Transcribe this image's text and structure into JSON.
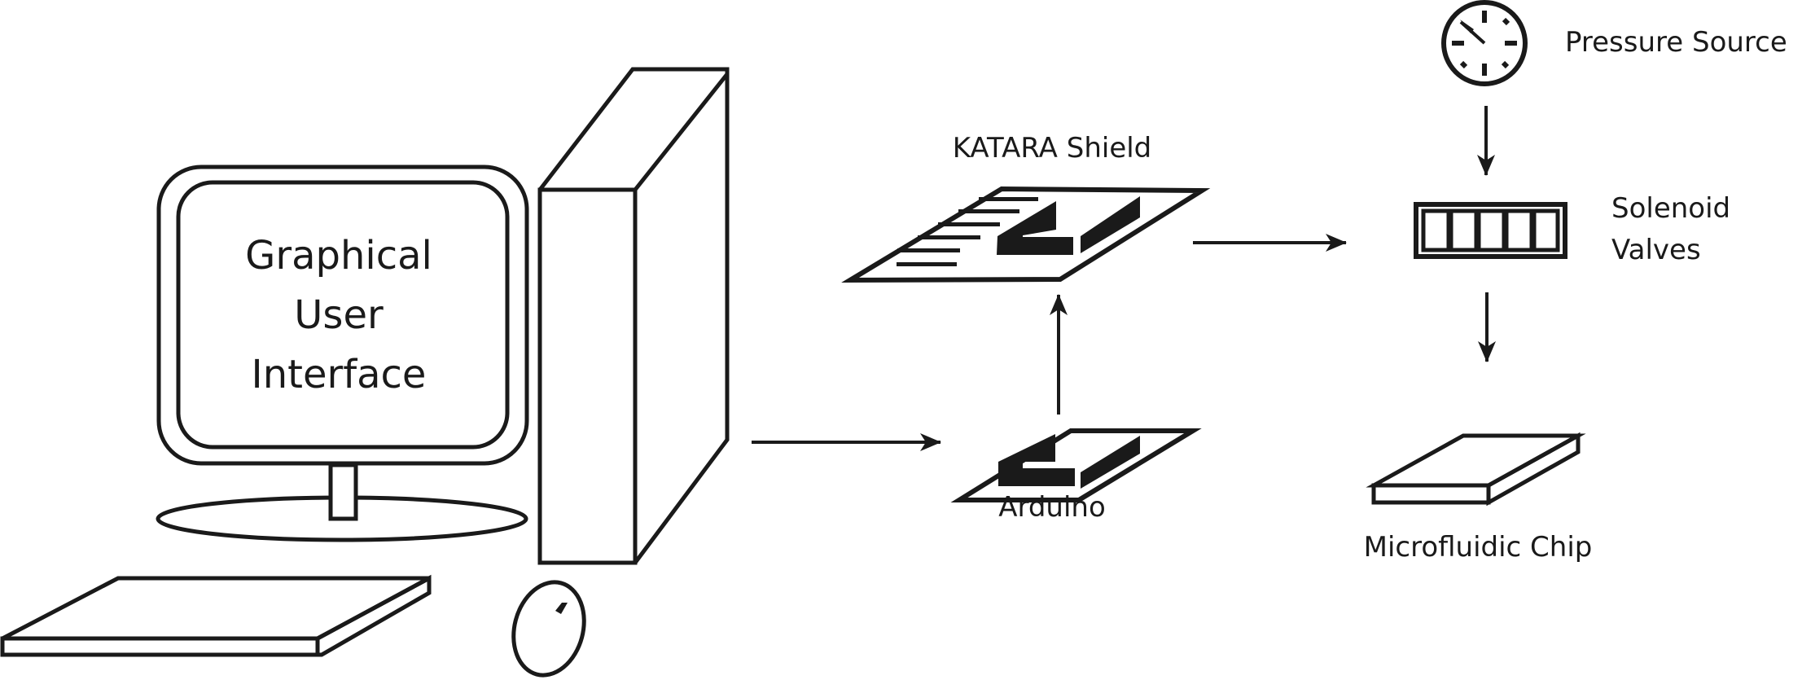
{
  "diagram": {
    "gui": {
      "label_lines": [
        "Graphical",
        "User",
        "Interface"
      ]
    },
    "katara_shield": {
      "label": "KATARA Shield"
    },
    "arduino": {
      "label": "Arduino"
    },
    "pressure_source": {
      "label": "Pressure Source"
    },
    "solenoid_valves": {
      "label_lines": [
        "Solenoid",
        "Valves"
      ],
      "valve_count": 5
    },
    "microfluidic_chip": {
      "label": "Microfluidic Chip"
    }
  },
  "colors": {
    "stroke": "#1a1a1a",
    "background": "#ffffff"
  }
}
